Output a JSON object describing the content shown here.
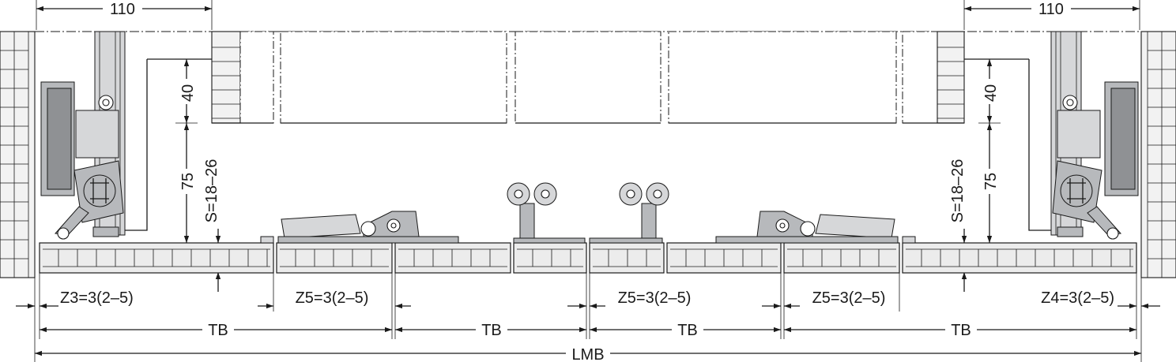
{
  "labels": {
    "width_left": "110",
    "width_right": "110",
    "height_upper_left": "40",
    "height_lower_left": "75",
    "range_left": "S=18–26",
    "height_upper_right": "40",
    "height_lower_right": "75",
    "range_right": "S=18–26",
    "gap_z3": "Z3=3(2–5)",
    "gap_z5_a": "Z5=3(2–5)",
    "gap_z5_b": "Z5=3(2–5)",
    "gap_z5_c": "Z5=3(2–5)",
    "gap_z4": "Z4=3(2–5)",
    "panel_1": "TB",
    "panel_2": "TB",
    "panel_3": "TB",
    "panel_4": "TB",
    "overall": "LMB"
  },
  "colors": {
    "line": "#1a1a1a",
    "panel_fill": "#ececec",
    "metal": "#b7b9bc"
  }
}
